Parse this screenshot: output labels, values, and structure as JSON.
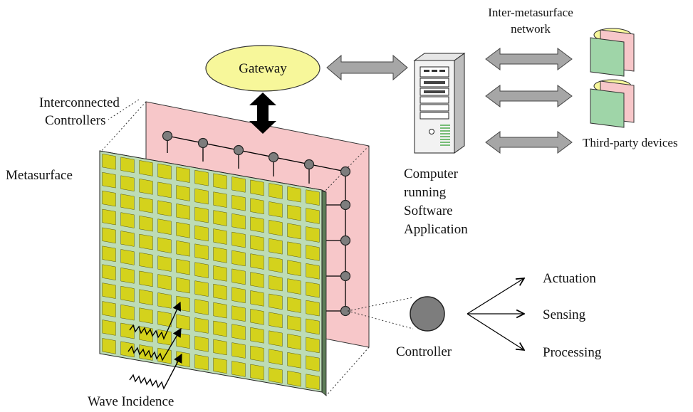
{
  "labels": {
    "gateway": "Gateway",
    "interconnected_line1": "Interconnected",
    "interconnected_line2": "Controllers",
    "metasurface": "Metasurface",
    "computer_line1": "Computer",
    "computer_line2": "running",
    "computer_line3": "Software",
    "computer_line4": "Application",
    "inter_network_line1": "Inter-metasurface",
    "inter_network_line2": "network",
    "third_party": "Third-party devices",
    "actuation": "Actuation",
    "sensing": "Sensing",
    "processing": "Processing",
    "controller": "Controller",
    "wave_incidence": "Wave Incidence"
  },
  "colors": {
    "gateway_fill": "#f7f79a",
    "controller_plane": "#f7c7c9",
    "metasurface_board": "#bddcb6",
    "metasurface_cell": "#d4d21c",
    "controller_node": "#7d7d7d",
    "double_arrow": "#a6a6a6",
    "device_pink": "#f7c7c9",
    "device_green": "#9fd5a8",
    "device_yellow": "#f7f79a"
  },
  "icons": {
    "server": "server-tower-icon",
    "device": "tablet-device-icon",
    "wave": "wave-arrow-icon"
  }
}
